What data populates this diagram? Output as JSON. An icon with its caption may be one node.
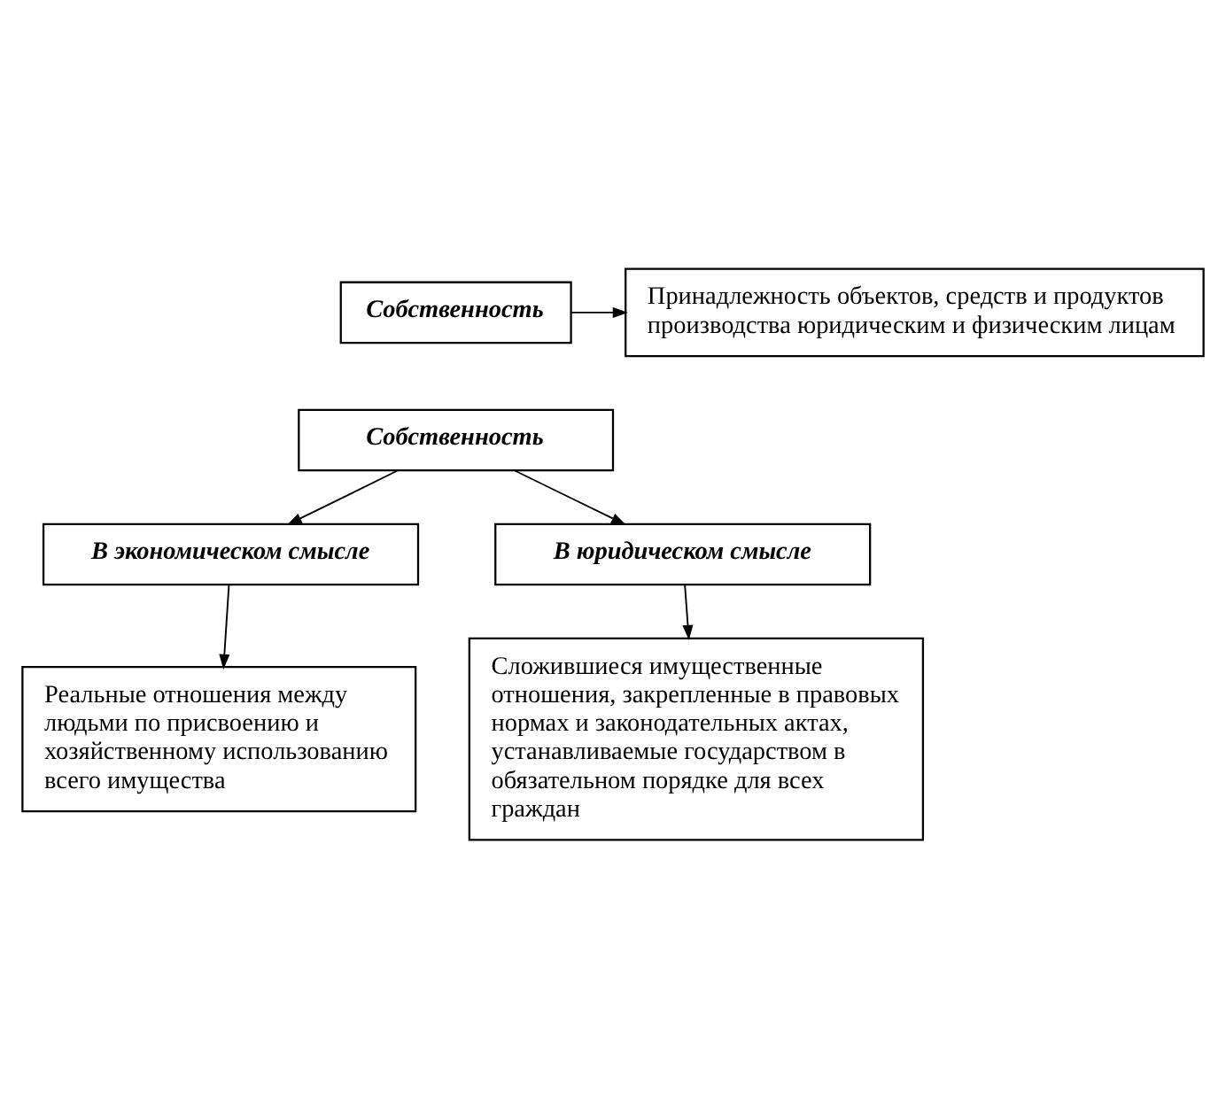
{
  "diagram": {
    "nodes": [
      {
        "text": [
          "Собственность"
        ]
      },
      {
        "text": [
          "Принадлежность объектов, средств и продуктов производства юридическим и физическим лицам"
        ]
      },
      {
        "text": [
          "Собственность"
        ]
      },
      {
        "text": [
          "В экономическом смысле"
        ]
      },
      {
        "text": [
          "В юридическом смысле"
        ]
      },
      {
        "text": [
          "Реальные отношения между людьми по присвоению и хозяйственному использованию всего имущества"
        ]
      },
      {
        "text": [
          "Сложившиеся имущественные отношения, закрепленные в правовых нормах и законодательных актах, устанавливаемые государством в обязательном порядке для всех граждан"
        ]
      }
    ],
    "edges": [
      {
        "from": 0,
        "to": 1,
        "arrow": "to"
      },
      {
        "from": 2,
        "to": 3,
        "arrow": "to"
      },
      {
        "from": 2,
        "to": 4,
        "arrow": "to"
      },
      {
        "from": 3,
        "to": 5,
        "arrow": "to"
      },
      {
        "from": 4,
        "to": 6,
        "arrow": "to"
      }
    ]
  }
}
